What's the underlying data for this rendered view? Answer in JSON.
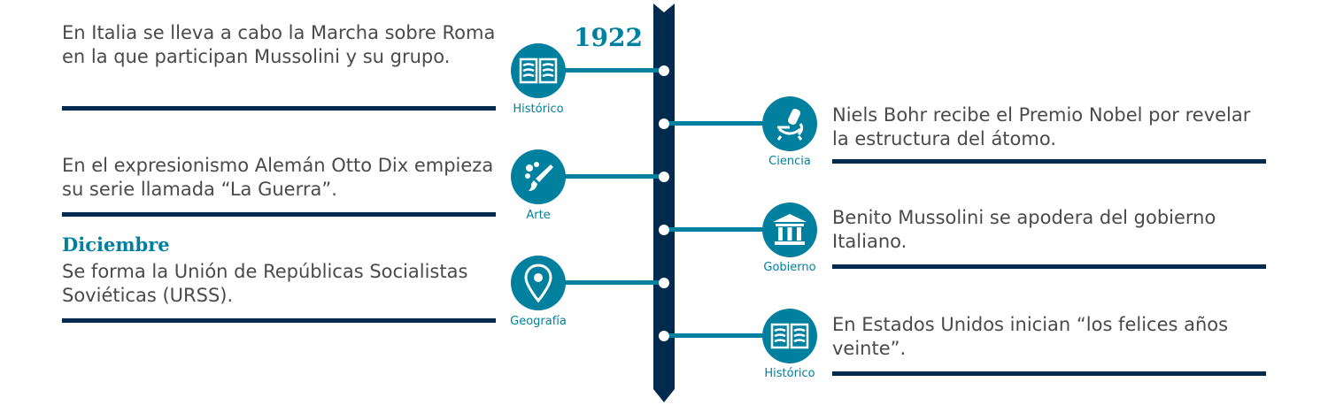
{
  "year": "1922",
  "events": [
    {
      "side": "left",
      "category": "Histórico",
      "icon": "book-icon",
      "text": "En Italia se lleva a cabo la Marcha sobre Roma en la que participan Mussolini y su grupo."
    },
    {
      "side": "right",
      "category": "Ciencia",
      "icon": "microscope-icon",
      "text": "Niels Bohr recibe el Premio Nobel por revelar la estructura del átomo."
    },
    {
      "side": "left",
      "category": "Arte",
      "icon": "palette-icon",
      "text": "En el expresionismo Alemán Otto Dix empieza su serie llamada “La Guerra”."
    },
    {
      "side": "right",
      "category": "Gobierno",
      "icon": "government-building-icon",
      "text": "Benito Mussolini se apodera del gobierno Italiano."
    },
    {
      "side": "left",
      "category": "Geografía",
      "icon": "map-pin-icon",
      "month": "Diciembre",
      "text": "Se forma la Unión de Repúblicas Socialistas Soviéticas (URSS)."
    },
    {
      "side": "right",
      "category": "Histórico",
      "icon": "book-icon",
      "text": "En Estados Unidos inician “los felices años veinte”."
    }
  ],
  "colors": {
    "accent": "#00809f",
    "navy": "#002b4f"
  }
}
